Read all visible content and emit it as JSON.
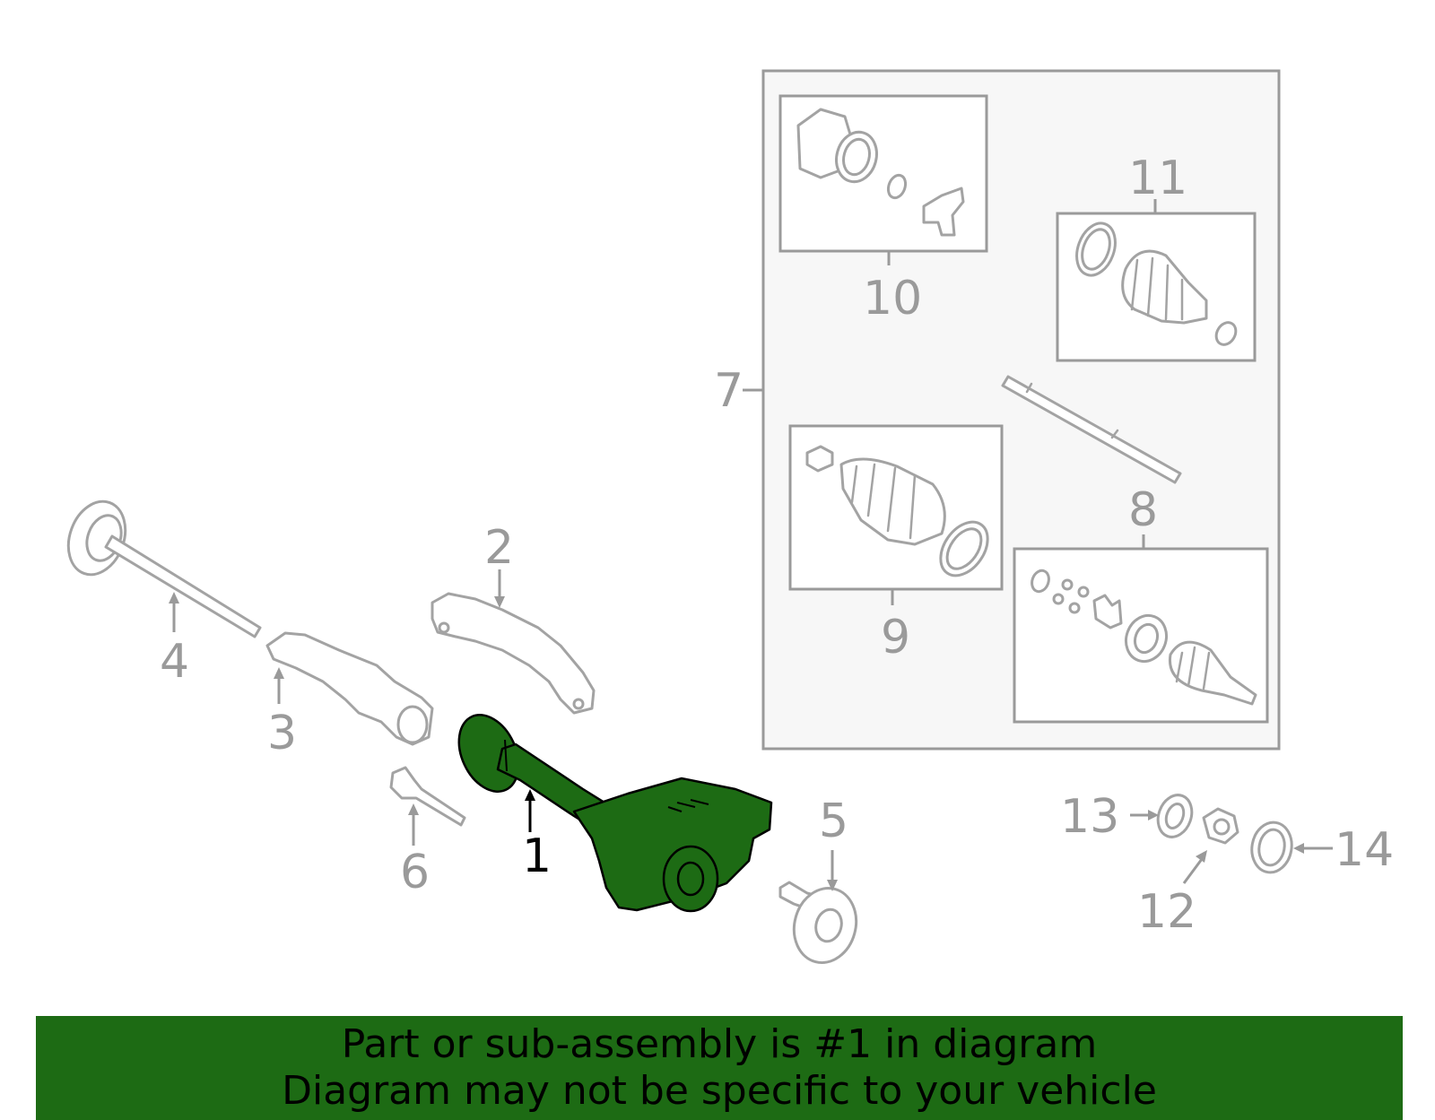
{
  "callouts": {
    "c1": "1",
    "c2": "2",
    "c3": "3",
    "c4": "4",
    "c5": "5",
    "c6": "6",
    "c7": "7",
    "c8": "8",
    "c9": "9",
    "c10": "10",
    "c11": "11",
    "c12": "12",
    "c13": "13",
    "c14": "14"
  },
  "highlighted_part": "1",
  "colors": {
    "highlight_fill": "#1d6b14",
    "banner_background": "#1d6b14",
    "line_gray": "#9a9a9a"
  },
  "banner": {
    "line1": "Part or sub-assembly is #1 in diagram",
    "line2": "Diagram may not be specific to your vehicle"
  }
}
